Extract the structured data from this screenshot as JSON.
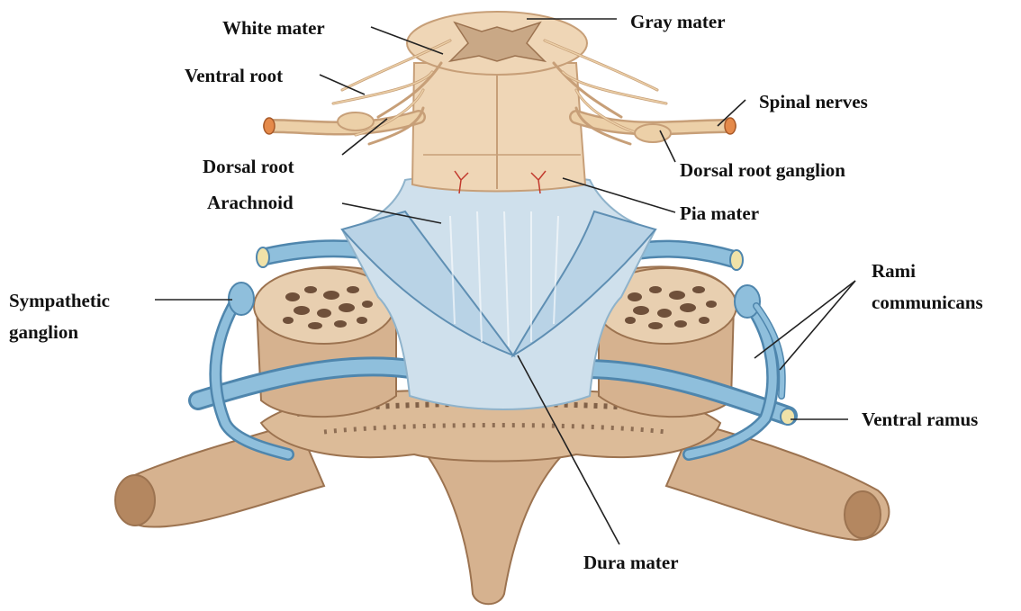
{
  "colors": {
    "bone": "#d6b28f",
    "bone_dark": "#9c7350",
    "cord": "#efd6b6",
    "cord_edge": "#c79f78",
    "nerve": "#ecd0a8",
    "dura": "#cfe0ec",
    "dura_edge": "#8fb3cb",
    "vessel": "#8fbfdc",
    "vessel_edge": "#4f86ad",
    "spongy": "#5a3a26",
    "artery": "#c23a2e"
  },
  "labels": {
    "white_mater": "White mater",
    "gray_mater": "Gray mater",
    "ventral_root": "Ventral root",
    "spinal_nerves": "Spinal nerves",
    "dorsal_root": "Dorsal root",
    "dorsal_root_ganglion": "Dorsal root ganglion",
    "arachnoid": "Arachnoid",
    "pia_mater": "Pia mater",
    "rami_line1": "Rami",
    "rami_line2": "communicans",
    "sympathetic_line1": "Sympathetic",
    "sympathetic_line2": "ganglion",
    "ventral_ramus": "Ventral ramus",
    "dura_mater": "Dura mater"
  }
}
